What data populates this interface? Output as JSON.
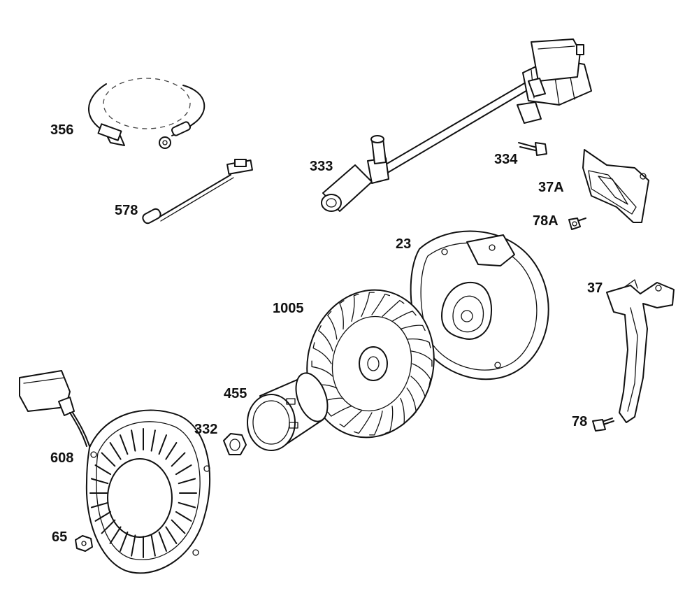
{
  "labels": {
    "p356": "356",
    "p578": "578",
    "p333": "333",
    "p334": "334",
    "p37A": "37A",
    "p78A": "78A",
    "p23": "23",
    "p37": "37",
    "p1005": "1005",
    "p455": "455",
    "p332": "332",
    "p608": "608",
    "p78": "78",
    "p65": "65"
  }
}
